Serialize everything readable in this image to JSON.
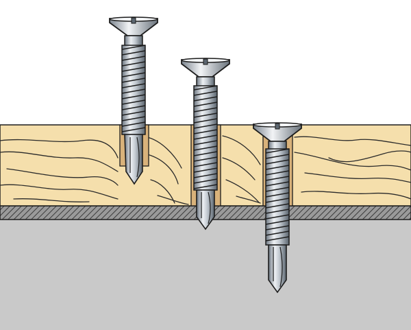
{
  "illustration": {
    "subject": "self-drilling-screws-through-wood-into-metal",
    "stages": [
      {
        "id": "stage-1",
        "state": "drilling-into-wood"
      },
      {
        "id": "stage-2",
        "state": "tip-piercing-metal"
      },
      {
        "id": "stage-3",
        "state": "fully-driven"
      }
    ]
  },
  "colors": {
    "background": "#ffffff",
    "wood": "#f5dfac",
    "wood_grain": "#2a2a2a",
    "bore_hole": "#d9b27a",
    "metal_layer": "#8e8e8e",
    "metal_hatch": "#3a3a3a",
    "base_panel": "#c9c9c9",
    "screw_light": "#eceff3",
    "screw_mid": "#b9c1ca",
    "screw_dark": "#5c6670",
    "outline": "#1d1d1d"
  }
}
